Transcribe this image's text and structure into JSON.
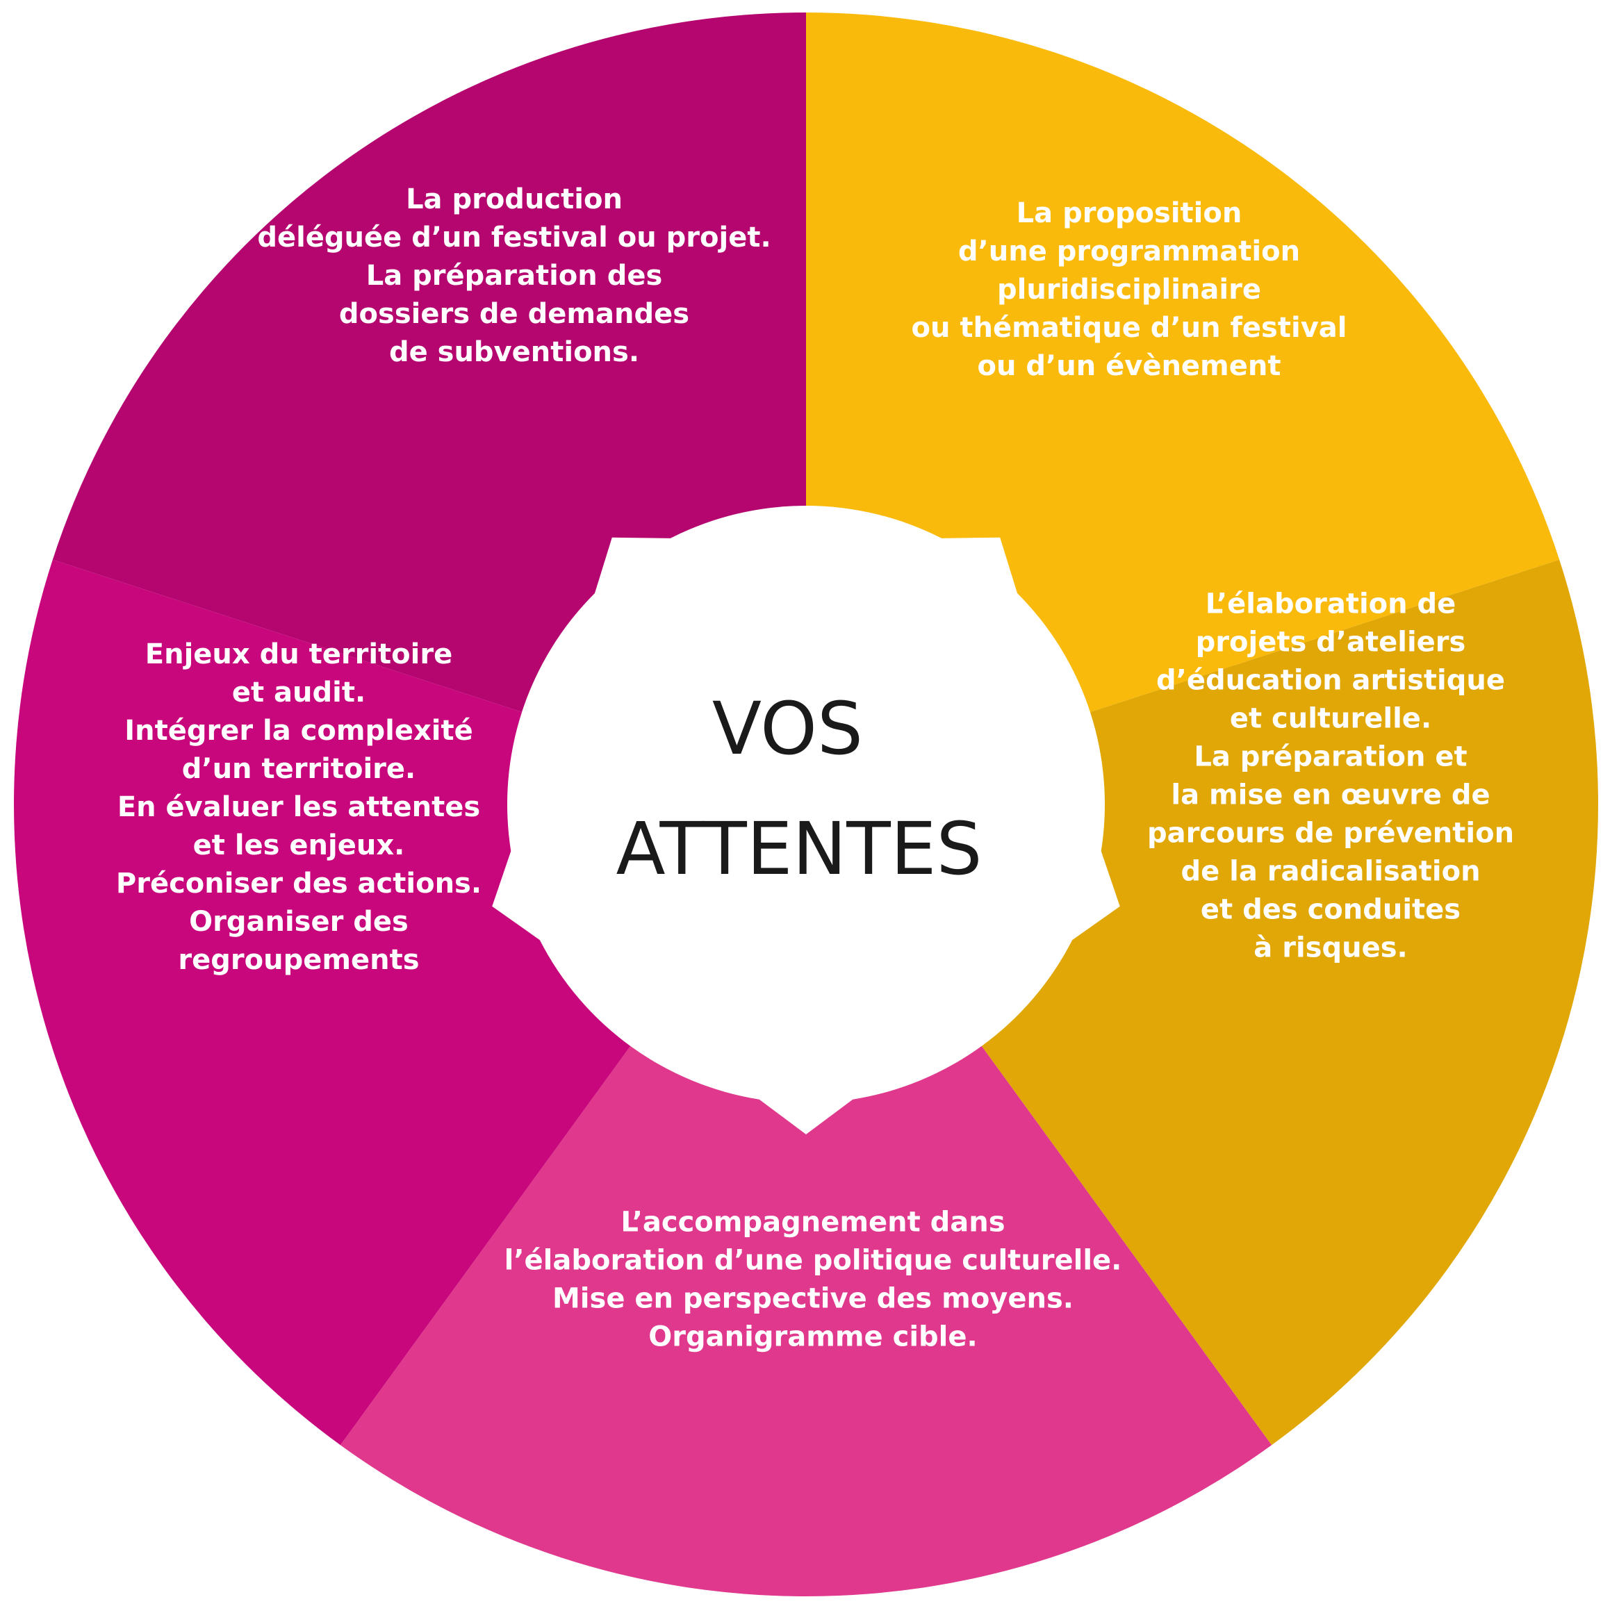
{
  "center": {
    "lines": [
      "VOS",
      "ATTENTES"
    ]
  },
  "colors": {
    "magenta_dark": "#B5066F",
    "yellow": "#F9BA0B",
    "mustard": "#E1A707",
    "pink": "#E0388C",
    "magenta": "#C8077D",
    "center_fill": "#FFFFFF",
    "text": "#FFFFFF",
    "center_text": "#1A1A1A"
  },
  "segments": [
    {
      "id": "production",
      "color": "#B5066F",
      "lines": [
        "La production",
        "déléguée d’un festival ou projet.",
        "La préparation des",
        "dossiers de demandes",
        "de subventions."
      ]
    },
    {
      "id": "programmation",
      "color": "#F9BA0B",
      "lines": [
        "La proposition",
        "d’une programmation",
        "pluridisciplinaire",
        "ou thématique d’un festival",
        "ou d’un évènement"
      ]
    },
    {
      "id": "education",
      "color": "#E1A707",
      "lines": [
        "L’élaboration de",
        "projets d’ateliers",
        "d’éducation artistique",
        "et culturelle.",
        "La préparation et",
        "la mise en œuvre de",
        "parcours de prévention",
        "de la radicalisation",
        "et des conduites",
        "à risques."
      ]
    },
    {
      "id": "politique",
      "color": "#E0388C",
      "lines": [
        "L’accompagnement dans",
        "l’élaboration d’une politique culturelle.",
        "Mise en perspective des moyens.",
        "Organigramme cible."
      ]
    },
    {
      "id": "territoire",
      "color": "#C8077D",
      "lines": [
        "Enjeux du territoire",
        "et audit.",
        "Intégrer la complexité",
        "d’un territoire.",
        "En évaluer les attentes",
        "et les enjeux.",
        "Préconiser des actions.",
        "Organiser des",
        "regroupements"
      ]
    }
  ]
}
